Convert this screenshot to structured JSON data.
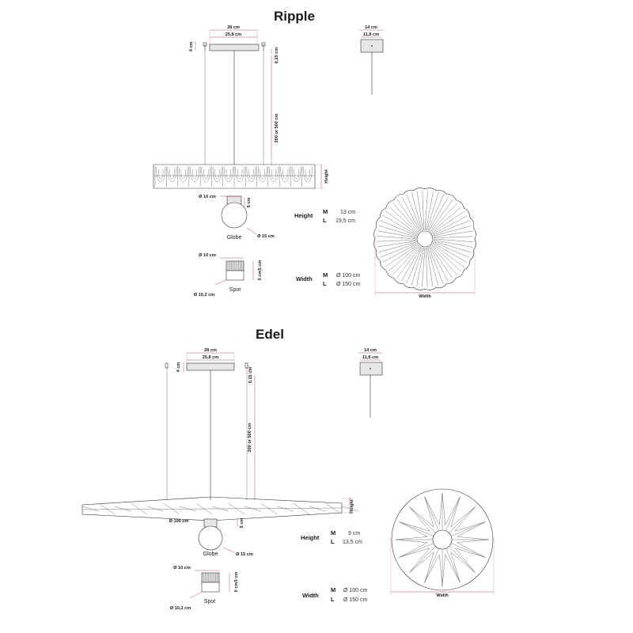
{
  "sections": [
    {
      "title": "Ripple",
      "canopy_outer": "28 cm",
      "canopy_inner": "25,8 cm",
      "canopy_height": "4 cm",
      "canopy_gap": "0,15 cm",
      "cable_length": "200 or 500 cm",
      "side_outer": "14 cm",
      "side_inner": "11,8 cm",
      "shade_height_label": "Height",
      "globe_top": "Ø 10 cm",
      "globe_neck": "5 cm",
      "globe_dia": "Ø 15 cm",
      "globe_name": "Globe",
      "spot_top": "Ø 10 cm",
      "spot_dims": "6 cm",
      "spot_dims2": "5 cm",
      "spot_bottom": "Ø 10,2 cm",
      "spot_name": "Spot",
      "height_label": "Height",
      "height_rows": [
        {
          "size": "M",
          "value": "13 cm"
        },
        {
          "size": "L",
          "value": "19,5 cm"
        }
      ],
      "width_label": "Width",
      "width_rows": [
        {
          "size": "M",
          "value": "Ø 100 cm"
        },
        {
          "size": "L",
          "value": "Ø 150 cm"
        }
      ],
      "plan_width_label": "Width"
    },
    {
      "title": "Edel",
      "canopy_outer": "28 cm",
      "canopy_inner": "25,8 cm",
      "canopy_height": "4 cm",
      "canopy_gap": "0,15 cm",
      "cable_length": "200 or 500 cm",
      "side_outer": "14 cm",
      "side_inner": "11,8 cm",
      "shade_height_label": "Height",
      "shade_dia": "Ø 100 cm",
      "globe_neck": "5 cm",
      "globe_dia": "Ø 15 cm",
      "globe_name": "Globe",
      "spot_top": "Ø 10 cm",
      "spot_dims": "6 cm",
      "spot_dims2": "5 cm",
      "spot_bottom": "Ø 10,2 cm",
      "spot_name": "Spot",
      "height_label": "Height",
      "height_rows": [
        {
          "size": "M",
          "value": "9 cm"
        },
        {
          "size": "L",
          "value": "13,5 cm"
        }
      ],
      "width_label": "Width",
      "width_rows": [
        {
          "size": "M",
          "value": "Ø 100 cm"
        },
        {
          "size": "L",
          "value": "Ø 150 cm"
        }
      ],
      "plan_width_label": "Width"
    }
  ]
}
